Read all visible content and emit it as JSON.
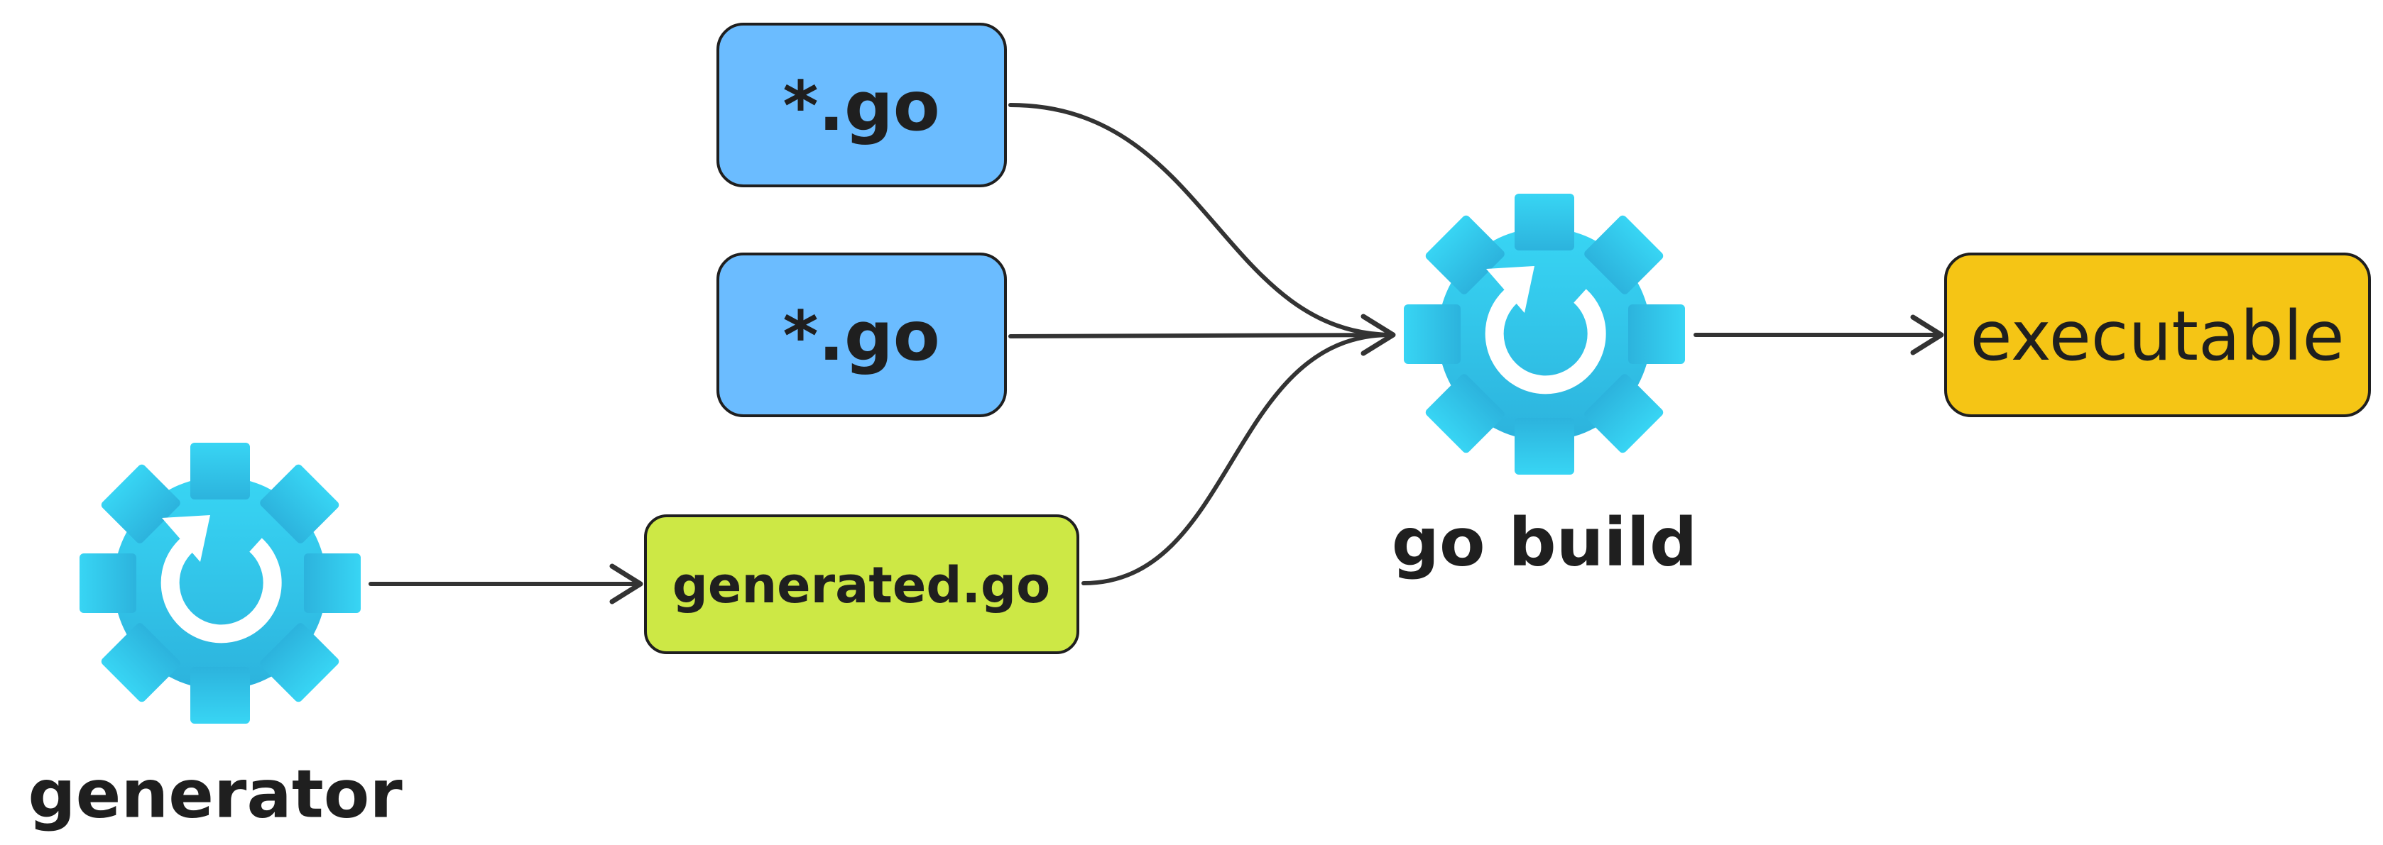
{
  "nodes": {
    "source_file_1": {
      "label": "*.go",
      "fill": "#6bbcff"
    },
    "source_file_2": {
      "label": "*.go",
      "fill": "#6bbcff"
    },
    "generated_file": {
      "label": "generated.go",
      "fill": "#cde845"
    },
    "executable": {
      "label": "executable",
      "fill": "#f5c515"
    }
  },
  "processes": {
    "generator": {
      "label": "generator",
      "icon": "gear-refresh-icon",
      "color_top": "#38d5f4",
      "color_bottom": "#2cb3dd"
    },
    "go_build": {
      "label": "go build",
      "icon": "gear-refresh-icon",
      "color_top": "#38d5f4",
      "color_bottom": "#2cb3dd"
    }
  },
  "edges": [
    {
      "from": "source_file_1",
      "to": "go_build"
    },
    {
      "from": "source_file_2",
      "to": "go_build"
    },
    {
      "from": "generated_file",
      "to": "go_build"
    },
    {
      "from": "generator",
      "to": "generated_file"
    },
    {
      "from": "go_build",
      "to": "executable"
    }
  ]
}
